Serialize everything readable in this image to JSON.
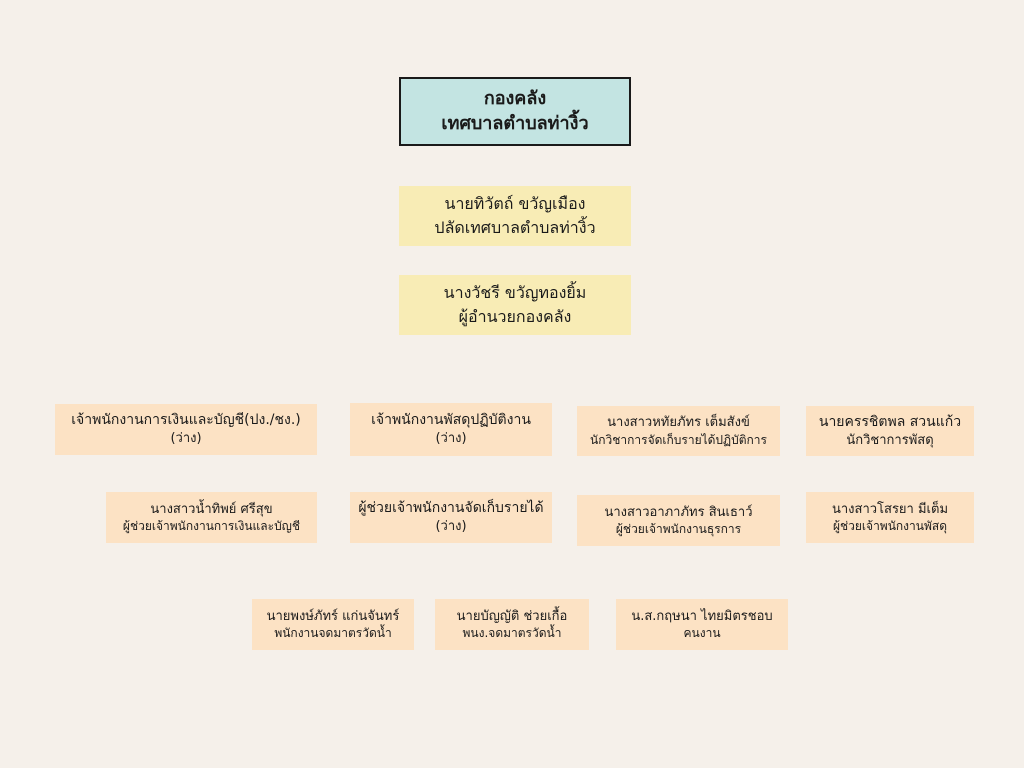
{
  "header": {
    "line1": "กองคลัง",
    "line2": "เทศบาลตำบลท่างิ้ว"
  },
  "management": [
    {
      "name": "นายทิวัตถ์ ขวัญเมือง",
      "role": "ปลัดเทศบาลตำบลท่างิ้ว"
    },
    {
      "name": "นางวัชรี ขวัญทองยิ้ม",
      "role": "ผู้อำนวยกองคลัง"
    }
  ],
  "row1": [
    {
      "name": "เจ้าพนักงานการเงินและบัญชี(ปง./ชง.)",
      "role": "(ว่าง)"
    },
    {
      "name": "เจ้าพนักงานพัสดุปฏิบัติงาน",
      "role": "(ว่าง)"
    },
    {
      "name": "นางสาวหทัยภัทร เต็มสังข์",
      "role": "นักวิชาการจัดเก็บรายได้ปฏิบัติการ"
    },
    {
      "name": "นายครรชิตพล สวนแก้ว",
      "role": "นักวิชาการพัสดุ"
    }
  ],
  "row2": [
    {
      "name": "นางสาวน้ำทิพย์ ศรีสุข",
      "role": "ผู้ช่วยเจ้าพนักงานการเงินและบัญชี"
    },
    {
      "name": "ผู้ช่วยเจ้าพนักงานจัดเก็บรายได้",
      "role": "(ว่าง)"
    },
    {
      "name": "นางสาวอาภาภัทร สินเธาว์",
      "role": "ผู้ช่วยเจ้าพนักงานธุรการ"
    },
    {
      "name": "นางสาวโสรยา มีเต็ม",
      "role": "ผู้ช่วยเจ้าพนักงานพัสดุ"
    }
  ],
  "row3": [
    {
      "name": "นายพงษ์ภัทร์ แก่นจันทร์",
      "role": "พนักงานจดมาตรวัดน้ำ"
    },
    {
      "name": "นายบัญญัติ ช่วยเกื้อ",
      "role": "พนง.จดมาตรวัดน้ำ"
    },
    {
      "name": "น.ส.กฤษนา ไทยมิตรชอบ",
      "role": "คนงาน"
    }
  ],
  "colors": {
    "background": "#f5f0ea",
    "header": "#c3e4e2",
    "management": "#f8ecb5",
    "staff": "#fce2c4"
  }
}
